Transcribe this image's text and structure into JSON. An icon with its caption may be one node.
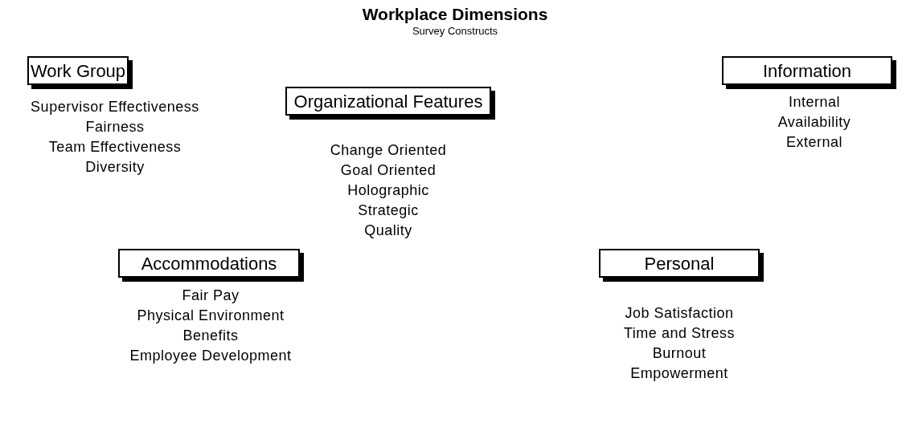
{
  "diagram": {
    "title": "Workplace Dimensions",
    "caption": "Survey Constructs",
    "nodes": [
      {
        "text": [
          "Work Group"
        ],
        "beside": [
          "Supervisor Effectiveness",
          "Fairness",
          "Team Effectiveness",
          "Diversity"
        ]
      },
      {
        "text": [
          "Organizational Features"
        ],
        "beside": [
          "Change Oriented",
          "Goal Oriented",
          "Holographic",
          "Strategic",
          "Quality"
        ]
      },
      {
        "text": [
          "Information"
        ],
        "beside": [
          "Internal",
          "Availability",
          "External"
        ]
      },
      {
        "text": [
          "Accommodations"
        ],
        "beside": [
          "Fair Pay",
          "Physical Environment",
          "Benefits",
          "Employee Development"
        ]
      },
      {
        "text": [
          "Personal"
        ],
        "beside": [
          "Job Satisfaction",
          "Time and Stress",
          "Burnout",
          "Empowerment"
        ]
      }
    ]
  }
}
